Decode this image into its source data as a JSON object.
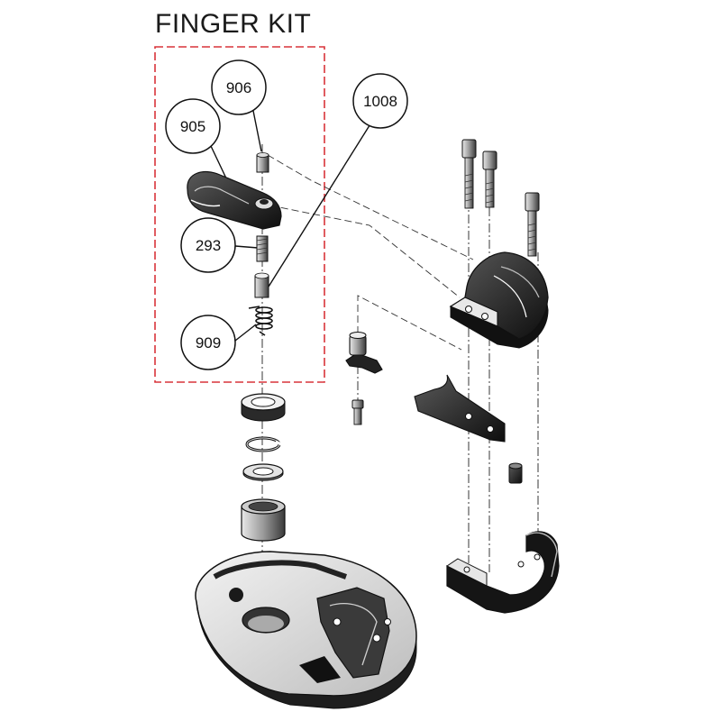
{
  "title": "FINGER KIT",
  "callouts": [
    {
      "id": "c906",
      "label": "906"
    },
    {
      "id": "c905",
      "label": "905"
    },
    {
      "id": "c1008",
      "label": "1008"
    },
    {
      "id": "c293",
      "label": "293"
    },
    {
      "id": "c909",
      "label": "909"
    }
  ],
  "colors": {
    "kit_border": "#d9343a",
    "line": "#111111",
    "part_dark": "#1c1c1c",
    "part_mid": "#8a8a8a",
    "part_light": "#e6e6e6"
  }
}
